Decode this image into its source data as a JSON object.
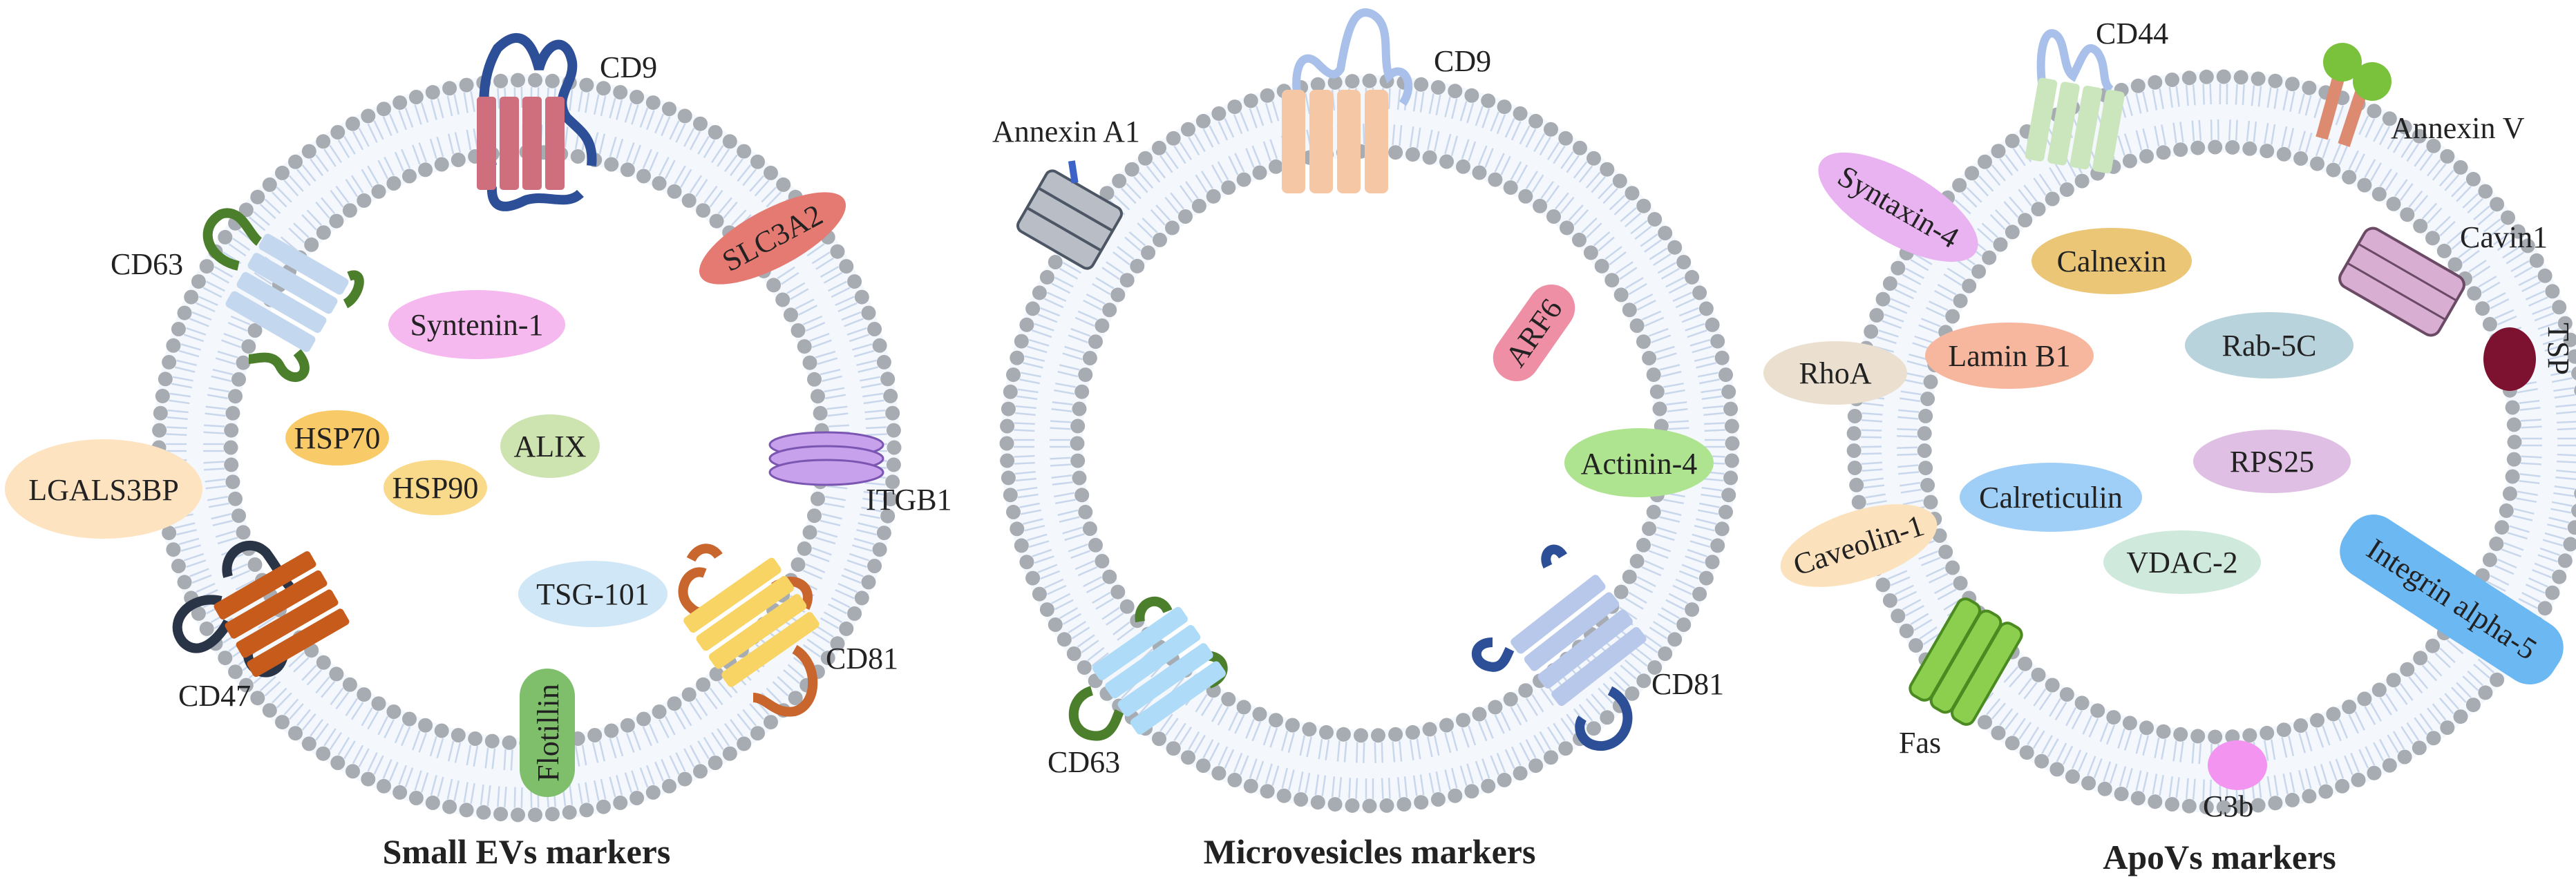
{
  "colors": {
    "bilayer_head": "#a7acb3",
    "bilayer_tail": "#c9d7ec",
    "ring_fill": "#f4f7fc"
  },
  "panels": [
    {
      "title": "Small EVs  markers",
      "membrane_labels": {
        "cd9": "CD9",
        "slc3a2": "SLC3A2",
        "cd63": "CD63",
        "itgb1": "ITGB1",
        "lgals3bp": "LGALS3BP",
        "cd47": "CD47",
        "cd81": "CD81",
        "flotillin": "Flotillin"
      },
      "cargo": [
        {
          "label": "Syntenin-1",
          "color": "#f5b9f0"
        },
        {
          "label": "HSP70",
          "color": "#f9cb68"
        },
        {
          "label": "ALIX",
          "color": "#cde3b0"
        },
        {
          "label": "HSP90",
          "color": "#f9d98a"
        },
        {
          "label": "TSG-101",
          "color": "#cfe7f6"
        }
      ]
    },
    {
      "title": "Microvesicles  markers",
      "membrane_labels": {
        "cd9": "CD9",
        "annexin_a1": "Annexin A1",
        "arf6": "ARF6",
        "actinin4": "Actinin-4",
        "cd63": "CD63",
        "cd81": "CD81"
      }
    },
    {
      "title": "ApoVs markers",
      "membrane_labels": {
        "cd44": "CD44",
        "annexin_v": "Annexin V",
        "syntaxin4": "Syntaxin-4",
        "cavin1": "Cavin1",
        "tsp": "TSP",
        "rhoa": "RhoA",
        "caveolin1": "Caveolin-1",
        "integrin_a5": "Integrin alpha-5",
        "fas": "Fas",
        "c3b": "C3b"
      },
      "cargo": [
        {
          "label": "Calnexin",
          "color": "#ebc676"
        },
        {
          "label": "Lamin B1",
          "color": "#f7b79e"
        },
        {
          "label": "Rab-5C",
          "color": "#b9d3dc"
        },
        {
          "label": "RPS25",
          "color": "#dfbfe3"
        },
        {
          "label": "Calreticulin",
          "color": "#9fcff7"
        },
        {
          "label": "VDAC-2",
          "color": "#cfeadd"
        }
      ]
    }
  ]
}
